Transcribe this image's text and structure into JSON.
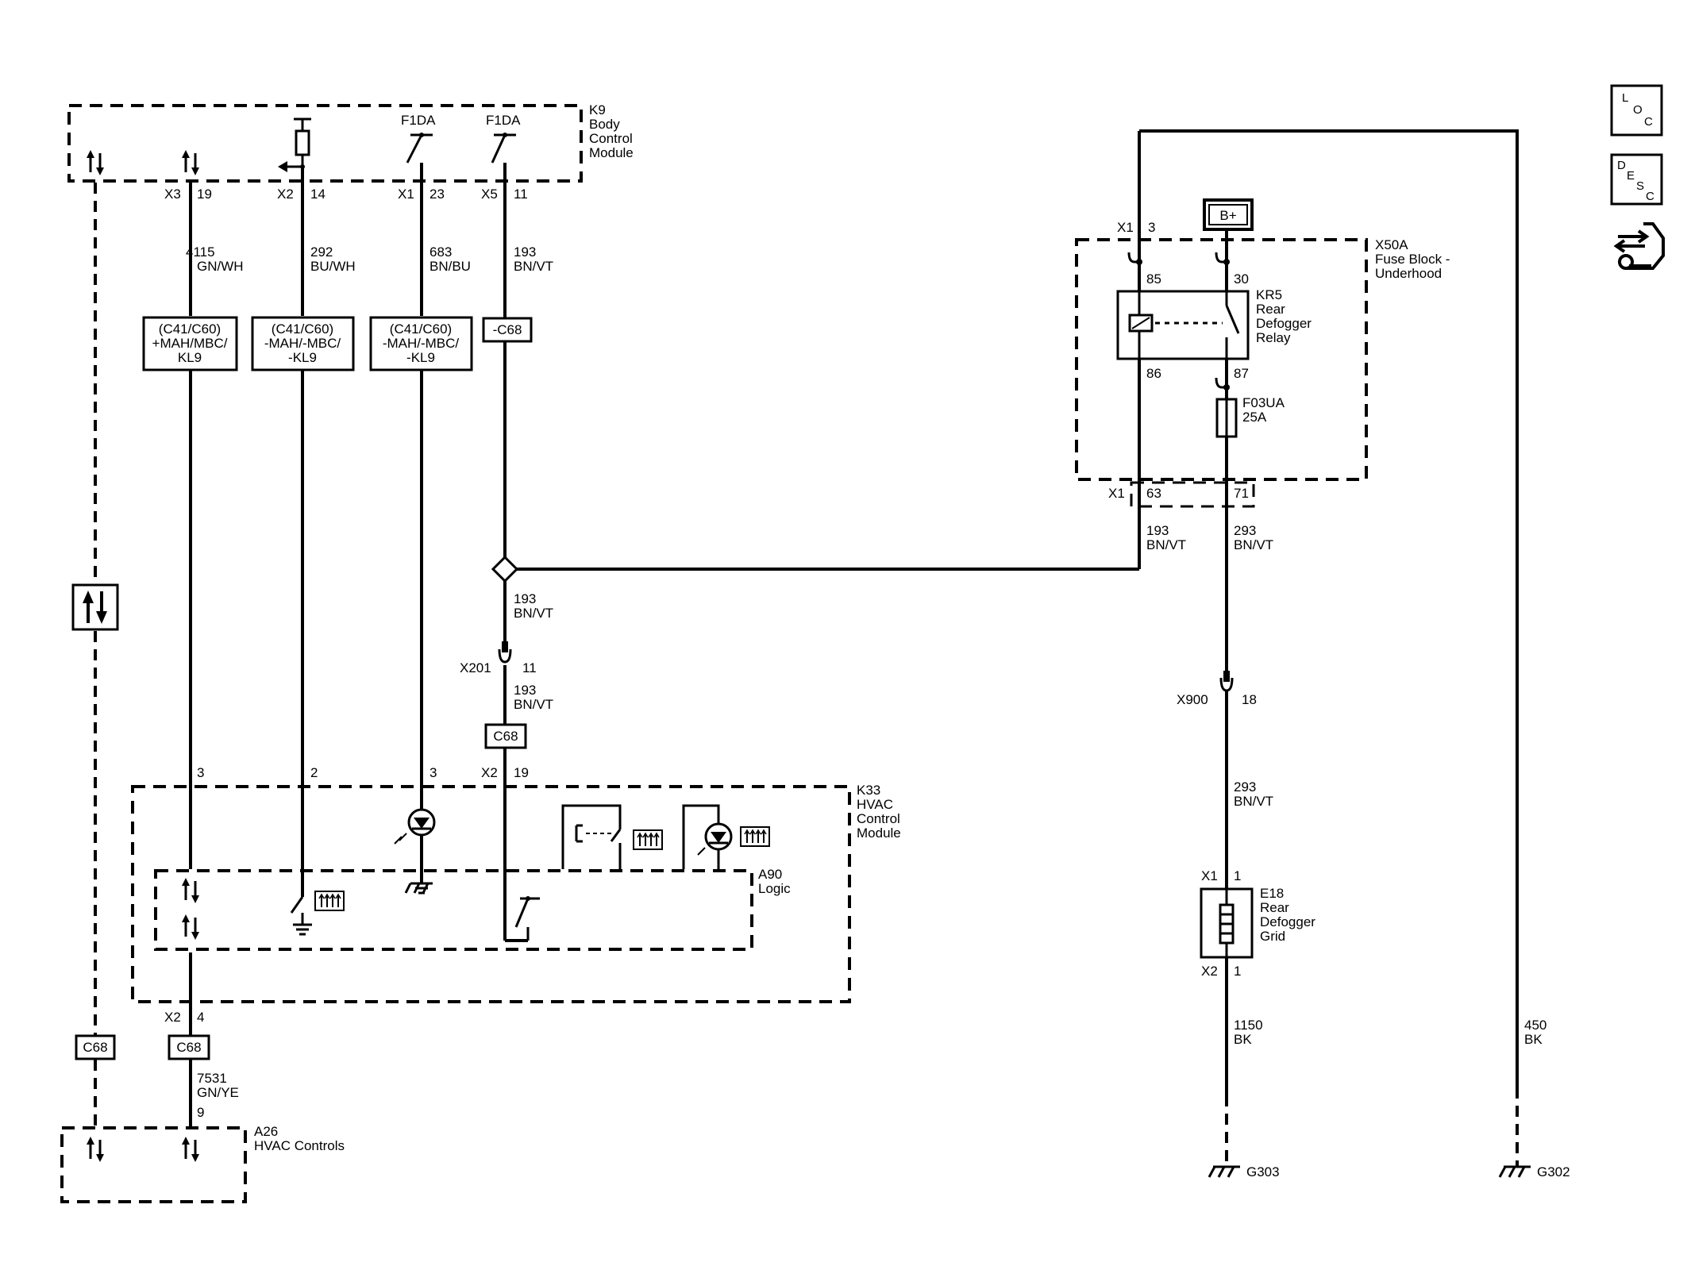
{
  "modules": {
    "k9": {
      "id": "K9",
      "line1": "Body",
      "line2": "Control",
      "line3": "Module"
    },
    "x50a": {
      "id": "X50A",
      "line1": "Fuse Block -",
      "line2": "Underhood"
    },
    "kr5": {
      "id": "KR5",
      "line1": "Rear",
      "line2": "Defogger",
      "line3": "Relay"
    },
    "k33": {
      "id": "K33",
      "line1": "HVAC",
      "line2": "Control",
      "line3": "Module"
    },
    "a90": {
      "id": "A90",
      "line1": "Logic"
    },
    "a26": {
      "id": "A26",
      "line1": "HVAC Controls"
    },
    "e18": {
      "id": "E18",
      "line1": "Rear",
      "line2": "Defogger",
      "line3": "Grid"
    },
    "fuse": {
      "id": "F03UA",
      "rating": "25A"
    }
  },
  "k9_pins": {
    "x3": "X3",
    "p19": "19",
    "x2": "X2",
    "p14": "14",
    "x1": "X1",
    "p23": "23",
    "x5": "X5",
    "p11": "11",
    "f1da_a": "F1DA",
    "f1da_b": "F1DA"
  },
  "wires": {
    "w4115": {
      "num": "4115",
      "color": "GN/WH"
    },
    "w292": {
      "num": "292",
      "color": "BU/WH"
    },
    "w683": {
      "num": "683",
      "color": "BN/BU"
    },
    "w193a": {
      "num": "193",
      "color": "BN/VT"
    },
    "w193b": {
      "num": "193",
      "color": "BN/VT"
    },
    "w193c": {
      "num": "193",
      "color": "BN/VT"
    },
    "w193d": {
      "num": "193",
      "color": "BN/VT"
    },
    "w293a": {
      "num": "293",
      "color": "BN/VT"
    },
    "w293b": {
      "num": "293",
      "color": "BN/VT"
    },
    "w7531": {
      "num": "7531",
      "color": "GN/YE"
    },
    "w1150": {
      "num": "1150",
      "color": "BK"
    },
    "w450": {
      "num": "450",
      "color": "BK"
    }
  },
  "options": {
    "o1": {
      "l1": "(C41/C60)",
      "l2": "+MAH/MBC/",
      "l3": "KL9"
    },
    "o2": {
      "l1": "(C41/C60)",
      "l2": "-MAH/-MBC/",
      "l3": "-KL9"
    },
    "o3": {
      "l1": "(C41/C60)",
      "l2": "-MAH/-MBC/",
      "l3": "-KL9"
    },
    "c68_neg": "-C68",
    "c68_a": "C68",
    "c68_b": "C68",
    "c68_c": "C68"
  },
  "connectors": {
    "x201": "X201",
    "x201_pin": "11",
    "x900": "X900",
    "x900_pin": "18",
    "k33_p3a": "3",
    "k33_p2": "2",
    "k33_p3b": "3",
    "k33_x2": "X2",
    "k33_p19": "19",
    "k33_bx2": "X2",
    "k33_p4": "4",
    "a26_p9": "9",
    "x50a_x1_top": "X1",
    "x50a_p3": "3",
    "x50a_x1_bot": "X1",
    "x50a_p63": "63",
    "x50a_p71": "71",
    "relay_85": "85",
    "relay_30": "30",
    "relay_86": "86",
    "relay_87": "87",
    "e18_x1": "X1",
    "e18_p1a": "1",
    "e18_x2": "X2",
    "e18_p1b": "1"
  },
  "power": {
    "bplus": "B+"
  },
  "grounds": {
    "g303": "G303",
    "g302": "G302"
  },
  "side_icons": {
    "loc": {
      "l": "L",
      "o": "O",
      "c": "C"
    },
    "desc": {
      "d": "D",
      "e": "E",
      "s": "S",
      "c": "C"
    },
    "connector_tool": "connector-wrench-icon"
  }
}
